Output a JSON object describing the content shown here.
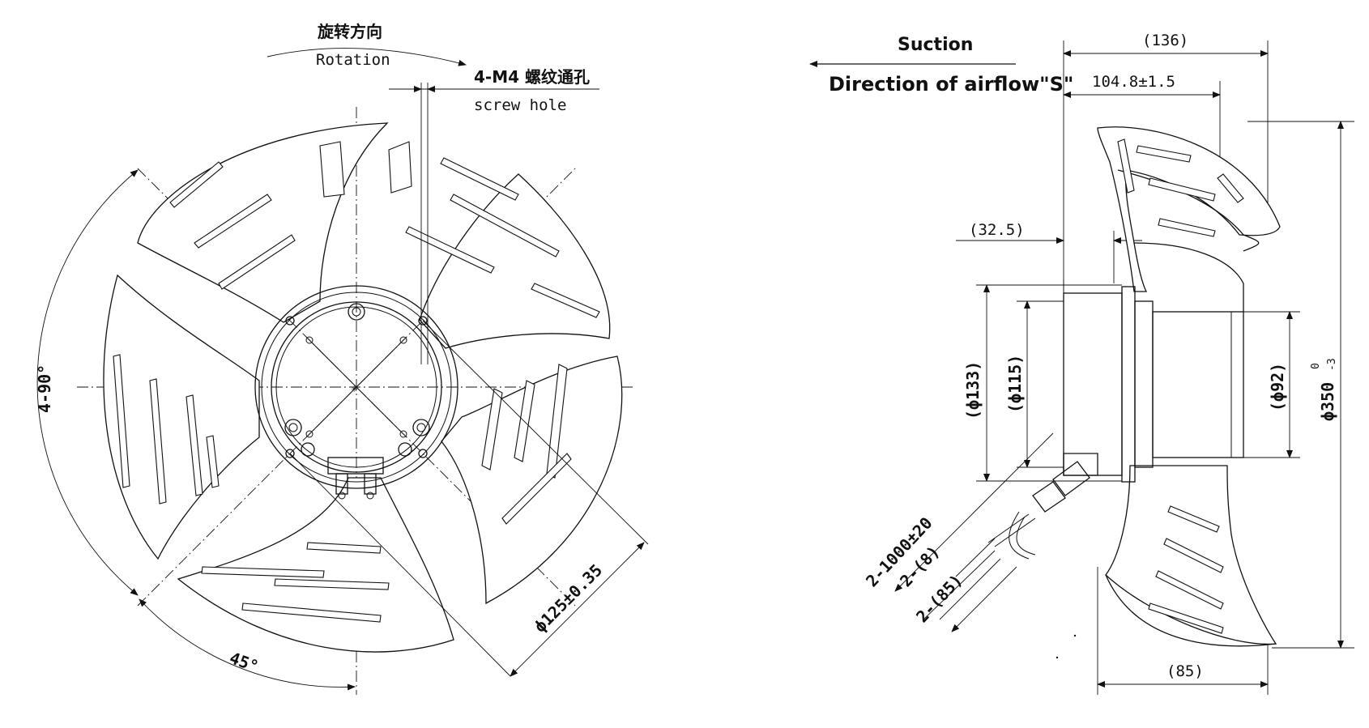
{
  "front_view": {
    "rotation_cn": "旋转方向",
    "rotation_en": "Rotation",
    "screw_cn": "4-M4 螺纹通孔",
    "screw_en": "screw hole",
    "angle_4x90": "4-90°",
    "angle_45": "45°",
    "pcd": "ϕ125±0.35"
  },
  "side_view": {
    "suction": "Suction",
    "airflow": "Direction of airflow\"S\"",
    "dim_136": "(136)",
    "dim_104": "104.8±1.5",
    "dim_32": "(32.5)",
    "dim_133": "(ϕ133)",
    "dim_115": "(ϕ115)",
    "dim_92": "(ϕ92)",
    "dim_350": "ϕ350",
    "tol_upper": "0",
    "tol_lower": "-3",
    "dim_85": "(85)",
    "lead_length": "2-1000±20",
    "lead_8": "2-(8)",
    "lead_85": "2-(85)"
  }
}
